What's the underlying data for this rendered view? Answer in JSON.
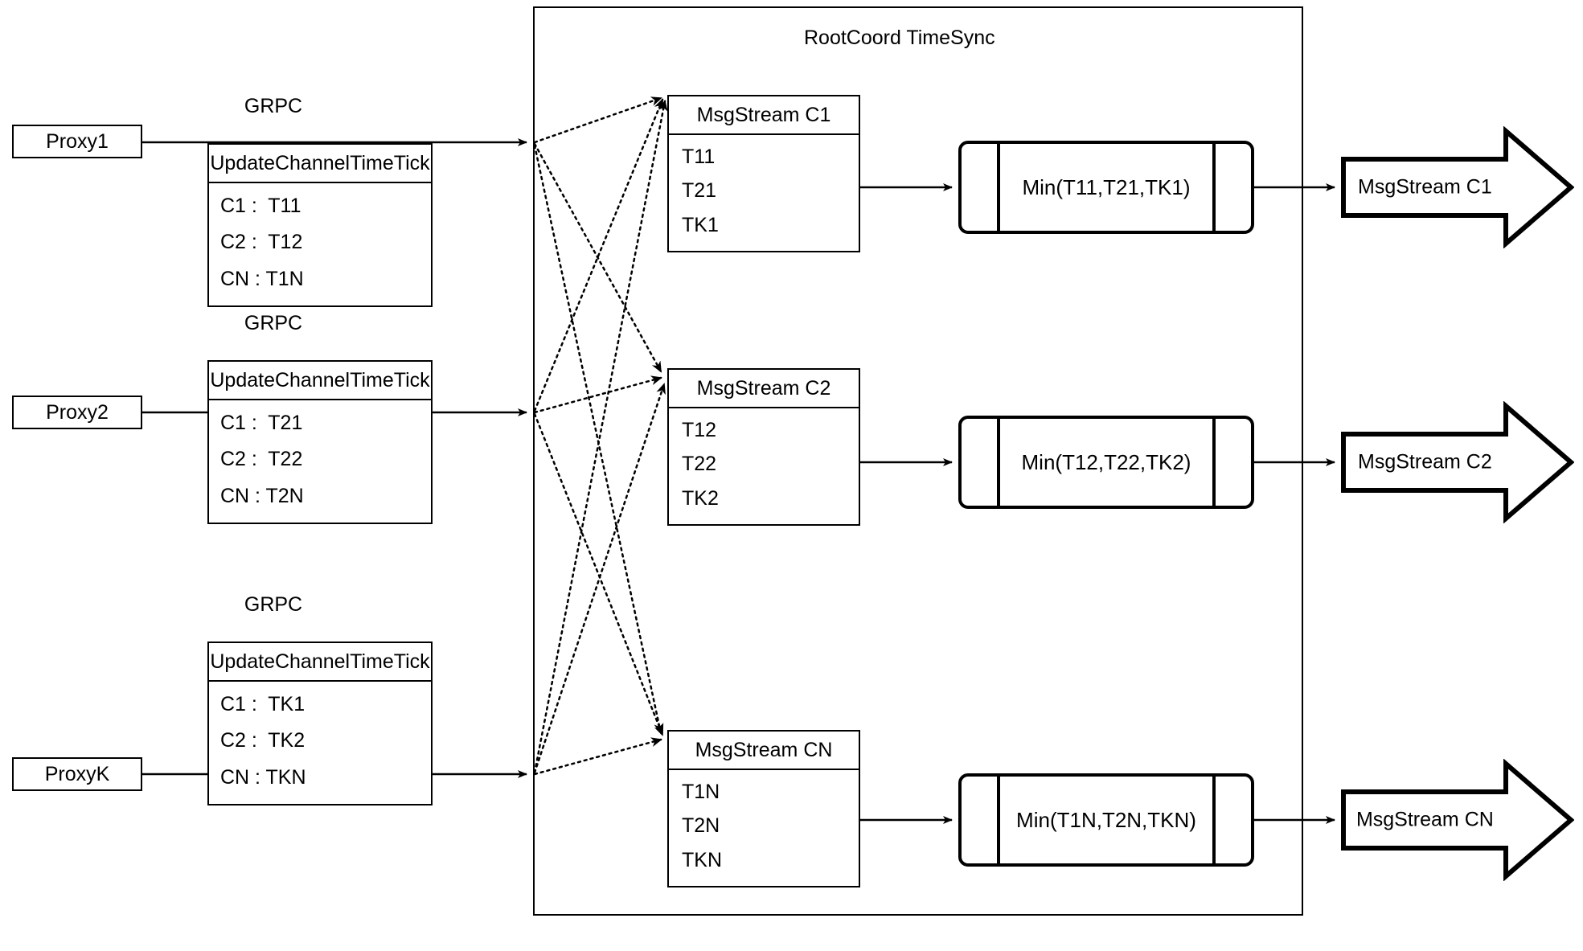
{
  "diagram": {
    "title": "RootCoord TimeSync",
    "container_label": "RootCoord TimeSync"
  },
  "rows": [
    {
      "proxy": "Proxy1",
      "link_label": "GRPC",
      "request": {
        "header": "UpdateChannelTimeTick",
        "entries": [
          "C1 :  T11",
          "C2 :  T12",
          "CN : T1N"
        ]
      },
      "msgstream": {
        "header": "MsgStream C1",
        "entries": [
          "T11",
          "T21",
          "TK1"
        ]
      },
      "process": "Min(T11,T21,TK1)",
      "output": "MsgStream C1"
    },
    {
      "proxy": "Proxy2",
      "link_label": "GRPC",
      "request": {
        "header": "UpdateChannelTimeTick",
        "entries": [
          "C1 :  T21",
          "C2 :  T22",
          "CN : T2N"
        ]
      },
      "msgstream": {
        "header": "MsgStream C2",
        "entries": [
          "T12",
          "T22",
          "TK2"
        ]
      },
      "process": "Min(T12,T22,TK2)",
      "output": "MsgStream C2"
    },
    {
      "proxy": "ProxyK",
      "link_label": "GRPC",
      "request": {
        "header": "UpdateChannelTimeTick",
        "entries": [
          "C1 :  TK1",
          "C2 :  TK2",
          "CN : TKN"
        ]
      },
      "msgstream": {
        "header": "MsgStream CN",
        "entries": [
          "T1N",
          "T2N",
          "TKN"
        ]
      },
      "process": "Min(T1N,T2N,TKN)",
      "output": "MsgStream CN"
    }
  ],
  "style": {
    "stroke": "#000000",
    "background": "#ffffff"
  }
}
